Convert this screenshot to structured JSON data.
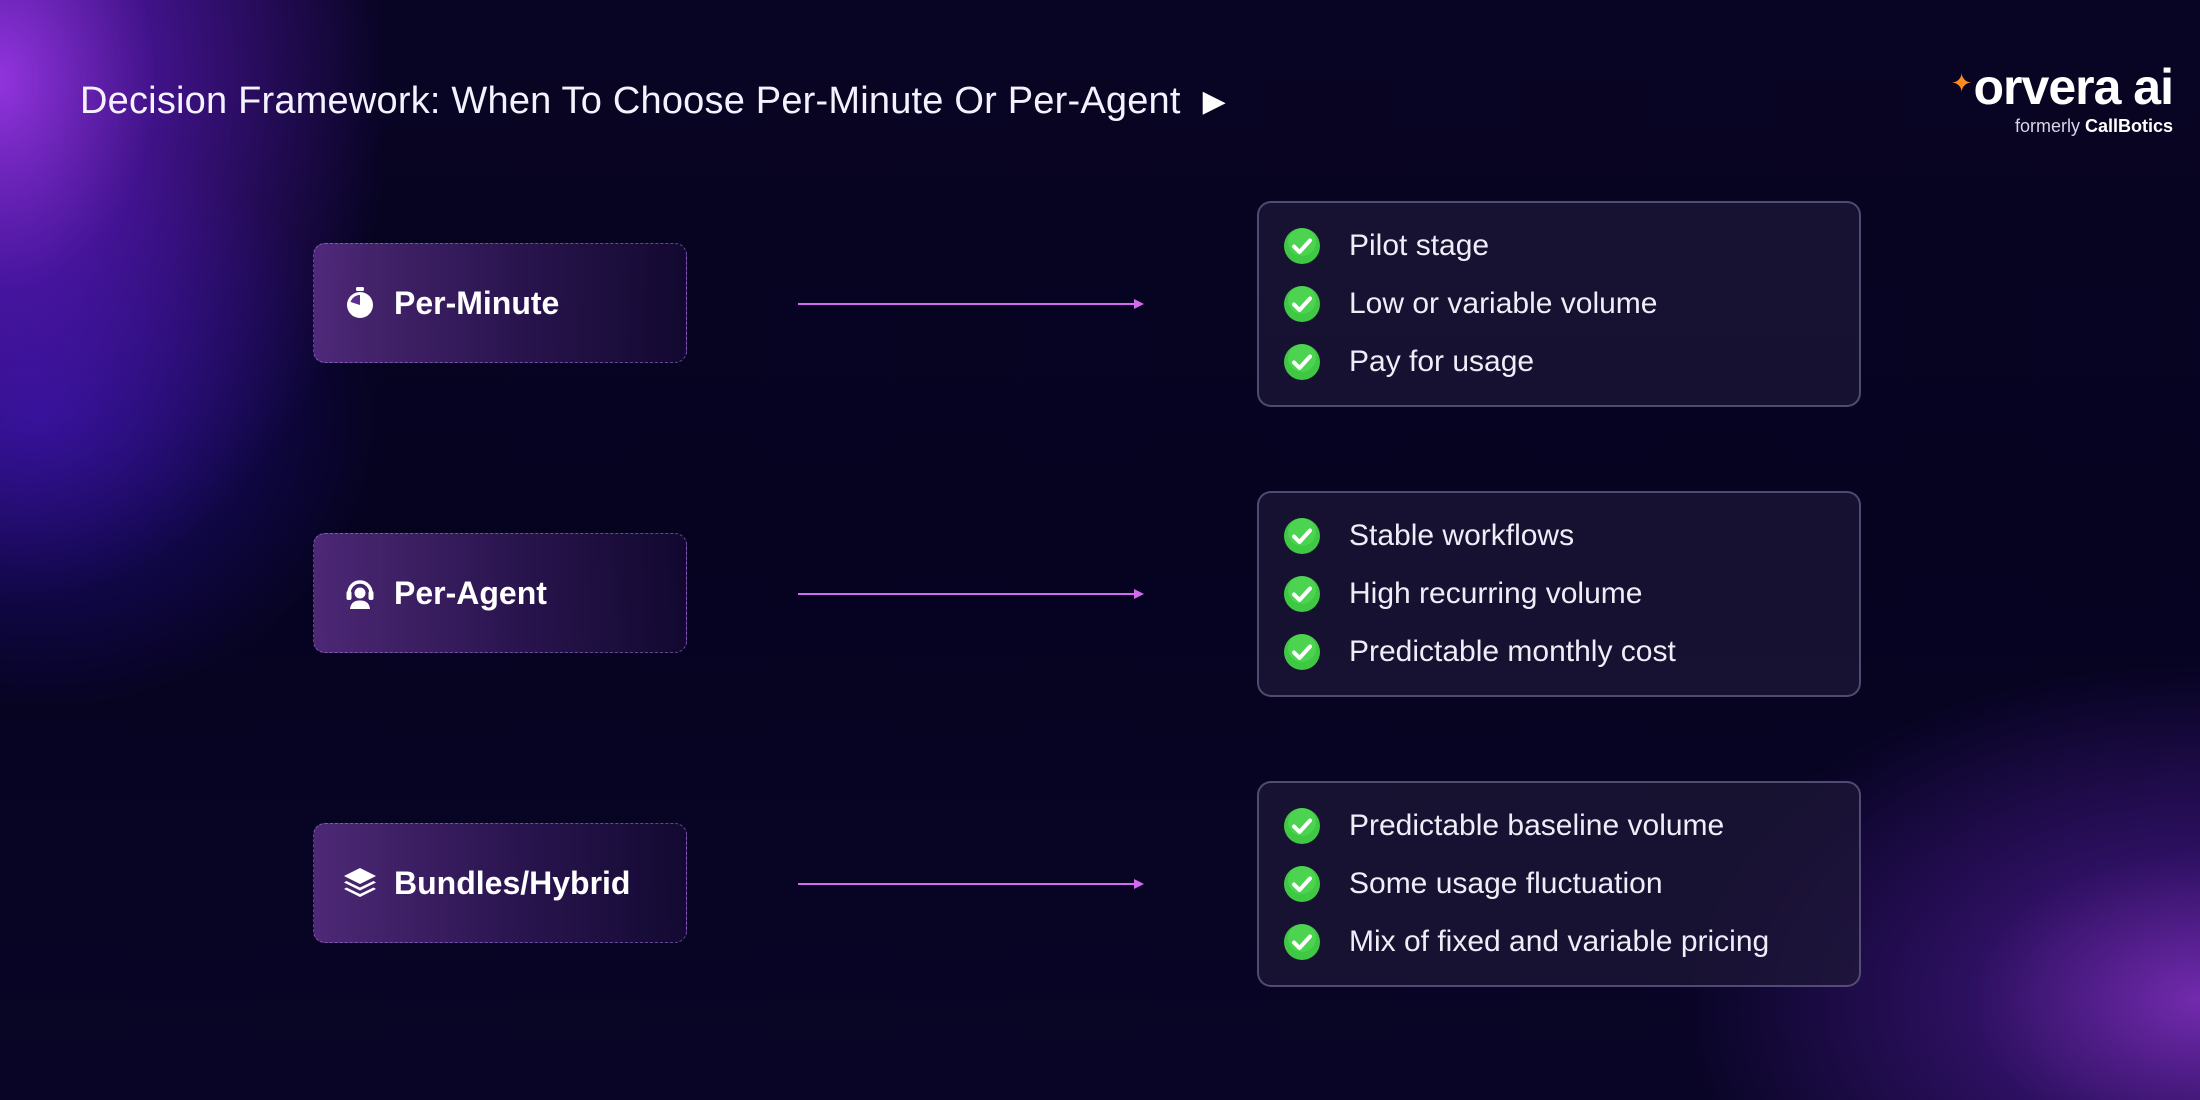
{
  "header": {
    "title": "Decision Framework: When To Choose Per-Minute Or Per-Agent",
    "title_arrow": "▶"
  },
  "logo": {
    "wordmark": "orvera ai",
    "tagline_prefix": "formerly",
    "tagline_brand": "CallBotics"
  },
  "colors": {
    "connector": "#d36bf0",
    "check": "#3fc843",
    "accent_logo": "#ff8a1e"
  },
  "options": [
    {
      "label": "Per-Minute",
      "icon": "stopwatch-icon",
      "benefits": [
        "Pilot stage",
        "Low or variable volume",
        "Pay for usage"
      ]
    },
    {
      "label": "Per-Agent",
      "icon": "headset-agent-icon",
      "benefits": [
        "Stable workflows",
        "High recurring volume",
        "Predictable monthly cost"
      ]
    },
    {
      "label": "Bundles/Hybrid",
      "icon": "layers-icon",
      "benefits": [
        "Predictable baseline volume",
        "Some usage fluctuation",
        "Mix of fixed and variable pricing"
      ]
    }
  ]
}
